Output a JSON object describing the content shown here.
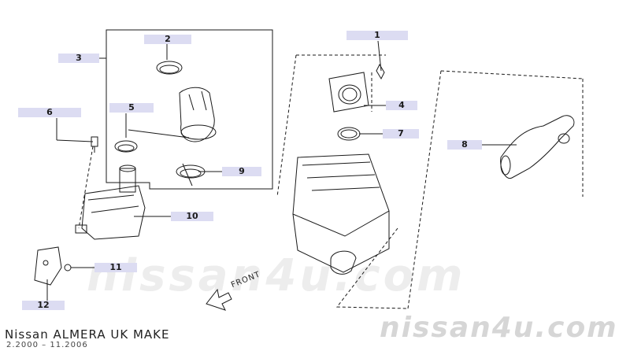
{
  "diagram": {
    "watermark": "nissan4u.com",
    "watermark_bottom": "nissan4u.com",
    "footer_title": "Nissan ALMERA UK MAKE",
    "footer_dates": "2.2000  –  11.2006",
    "front_label": "FRONT",
    "callouts": [
      {
        "id": "1",
        "label": "1"
      },
      {
        "id": "2",
        "label": "2"
      },
      {
        "id": "3",
        "label": "3"
      },
      {
        "id": "4",
        "label": "4"
      },
      {
        "id": "5",
        "label": "5"
      },
      {
        "id": "6",
        "label": "6"
      },
      {
        "id": "7",
        "label": "7"
      },
      {
        "id": "8",
        "label": "8"
      },
      {
        "id": "9",
        "label": "9"
      },
      {
        "id": "10",
        "label": "10"
      },
      {
        "id": "11",
        "label": "11"
      },
      {
        "id": "12",
        "label": "12"
      }
    ],
    "colors": {
      "callout_bg": "#dcdcf2",
      "line": "#1a1a1a",
      "watermark": "#ededed"
    }
  }
}
